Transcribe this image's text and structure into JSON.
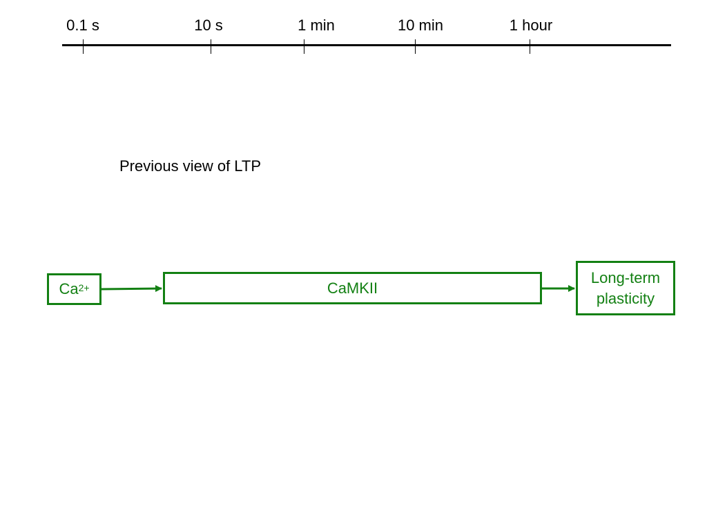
{
  "timeline": {
    "ticks": [
      {
        "label": "0.1 s"
      },
      {
        "label": "10 s"
      },
      {
        "label": "1 min"
      },
      {
        "label": "10 min"
      },
      {
        "label": "1 hour"
      }
    ]
  },
  "subtitle": "Previous view of LTP",
  "diagram": {
    "ca_label": "Ca",
    "ca_superscript": "2+",
    "camkii_label": "CaMKII",
    "ltp_line1": "Long-term",
    "ltp_line2": "plasticity",
    "color": "#138013"
  }
}
